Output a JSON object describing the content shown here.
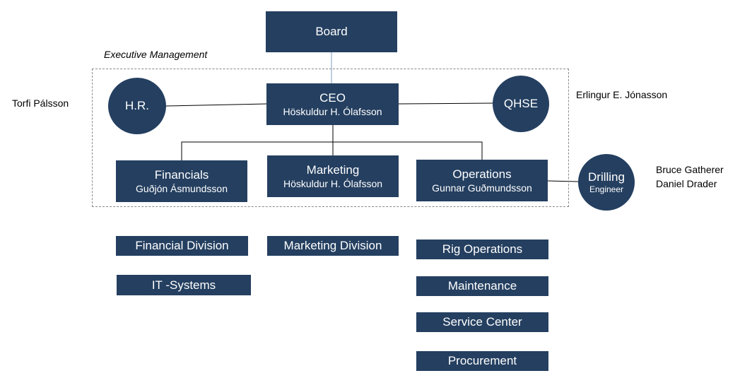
{
  "board": {
    "title": "Board"
  },
  "executive": {
    "label": "Executive Management"
  },
  "ceo": {
    "title": "CEO",
    "name": "Höskuldur H. Ólafsson"
  },
  "hr": {
    "title": "H.R.",
    "person": "Torfi Pálsson"
  },
  "qhse": {
    "title": "QHSE",
    "person": "Erlingur E. Jónasson"
  },
  "financials": {
    "title": "Financials",
    "name": "Guðjón Ásmundsson"
  },
  "marketing": {
    "title": "Marketing",
    "name": "Höskuldur H. Ólafsson"
  },
  "operations": {
    "title": "Operations",
    "name": "Gunnar Guðmundsson"
  },
  "drilling": {
    "title": "Drilling",
    "subtitle": "Engineer",
    "person1": "Bruce Gatherer",
    "person2": "Daniel Drader"
  },
  "divisions": {
    "financial": [
      "Financial Division",
      "IT -Systems"
    ],
    "marketing": [
      "Marketing Division"
    ],
    "operations": [
      "Rig Operations",
      "Maintenance",
      "Service Center",
      "Procurement"
    ]
  },
  "colors": {
    "box_fill": "#243f60",
    "box_text": "#ffffff",
    "frame": "#8a8a8a"
  }
}
